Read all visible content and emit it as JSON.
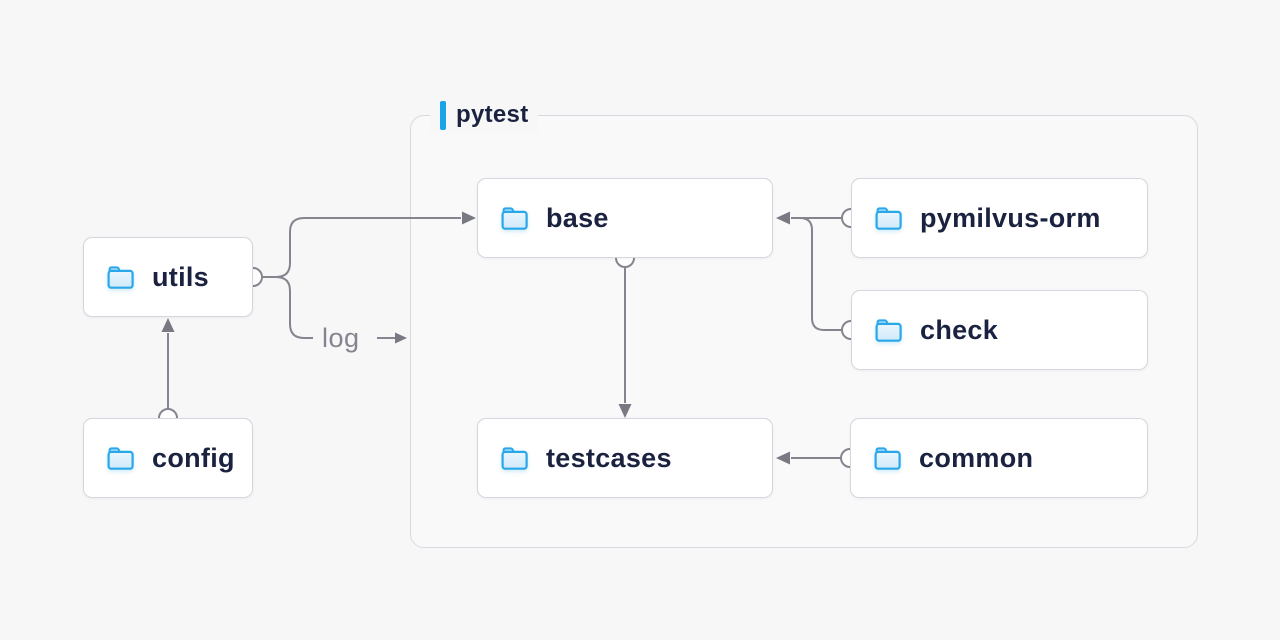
{
  "group": {
    "label": "pytest"
  },
  "nodes": [
    {
      "id": "utils",
      "label": "utils"
    },
    {
      "id": "config",
      "label": "config"
    },
    {
      "id": "base",
      "label": "base"
    },
    {
      "id": "pymilvus-orm",
      "label": "pymilvus-orm"
    },
    {
      "id": "check",
      "label": "check"
    },
    {
      "id": "testcases",
      "label": "testcases"
    },
    {
      "id": "common",
      "label": "common"
    }
  ],
  "edges": [
    {
      "id": "config-utils",
      "from": "config",
      "to": "utils"
    },
    {
      "id": "utils-base",
      "from": "utils",
      "to": "base"
    },
    {
      "id": "utils-log",
      "from": "utils",
      "to": "pytest-group",
      "label": "log",
      "arrow_symbol": "→"
    },
    {
      "id": "pymilvus-orm-base",
      "from": "pymilvus-orm",
      "to": "base"
    },
    {
      "id": "check-base",
      "from": "check",
      "to": "base"
    },
    {
      "id": "base-testcases",
      "from": "base",
      "to": "testcases"
    },
    {
      "id": "common-testcases",
      "from": "common",
      "to": "testcases"
    }
  ],
  "icons": {
    "node_icon": "folder-icon",
    "arrowhead": "arrowhead-icon",
    "port": "connector-circle"
  },
  "colors": {
    "background": "#f7f7f8",
    "box_fill": "#ffffff",
    "box_border": "#d6d6de",
    "group_border": "#d8d8e0",
    "accent_blue": "#19a3e9",
    "folder_blue": "#2aa7e9",
    "folder_tab": "#b5e0f7",
    "folder_body_top": "#eaf6fd",
    "folder_body_bottom": "#cfe9fa",
    "connector_gray": "#85858f",
    "arrow_gray": "#797983",
    "label_navy": "#1a2240",
    "edge_label_gray": "#85858f",
    "circle_fill": "#ffffff"
  }
}
